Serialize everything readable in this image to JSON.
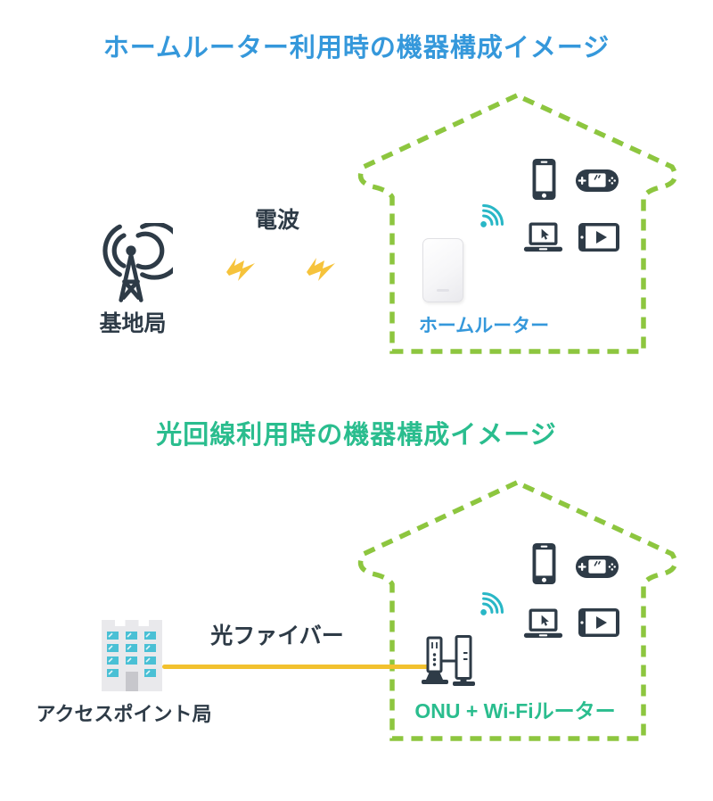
{
  "colors": {
    "title_blue": "#3598db",
    "title_green": "#2abd8e",
    "house_dash_green": "#8dc63f",
    "device_navy": "#2e3b47",
    "wifi_teal": "#29b7c6",
    "bolt_yellow": "#f6c33c",
    "fiber_yellow": "#f2c12e",
    "window_teal": "#4ac0d5",
    "building_gray": "#e9e9ec"
  },
  "section_home_router": {
    "title": "ホームルーター利用時の機器構成イメージ",
    "base_station_label": "基地局",
    "radio_label": "電波",
    "device_label": "ホームルーター"
  },
  "section_fiber": {
    "title": "光回線利用時の機器構成イメージ",
    "access_point_label": "アクセスポイント局",
    "fiber_label": "光ファイバー",
    "device_label": "ONU + Wi-Fiルーター"
  },
  "icons": {
    "base_station": "antenna-tower-with-radio-waves",
    "lightning_bolt": "yellow-zigzag-flash",
    "house": "green-dashed-house-outline",
    "smartphone": "dark-phone",
    "game_console": "handheld-game-console",
    "laptop": "laptop-with-cursor",
    "tablet": "tablet-with-play-button",
    "wifi": "teal-wifi-signal",
    "home_router": "white-tower-router",
    "building": "gray-office-building-with-teal-windows",
    "onu_router": "onu-and-wifi-router-units"
  }
}
